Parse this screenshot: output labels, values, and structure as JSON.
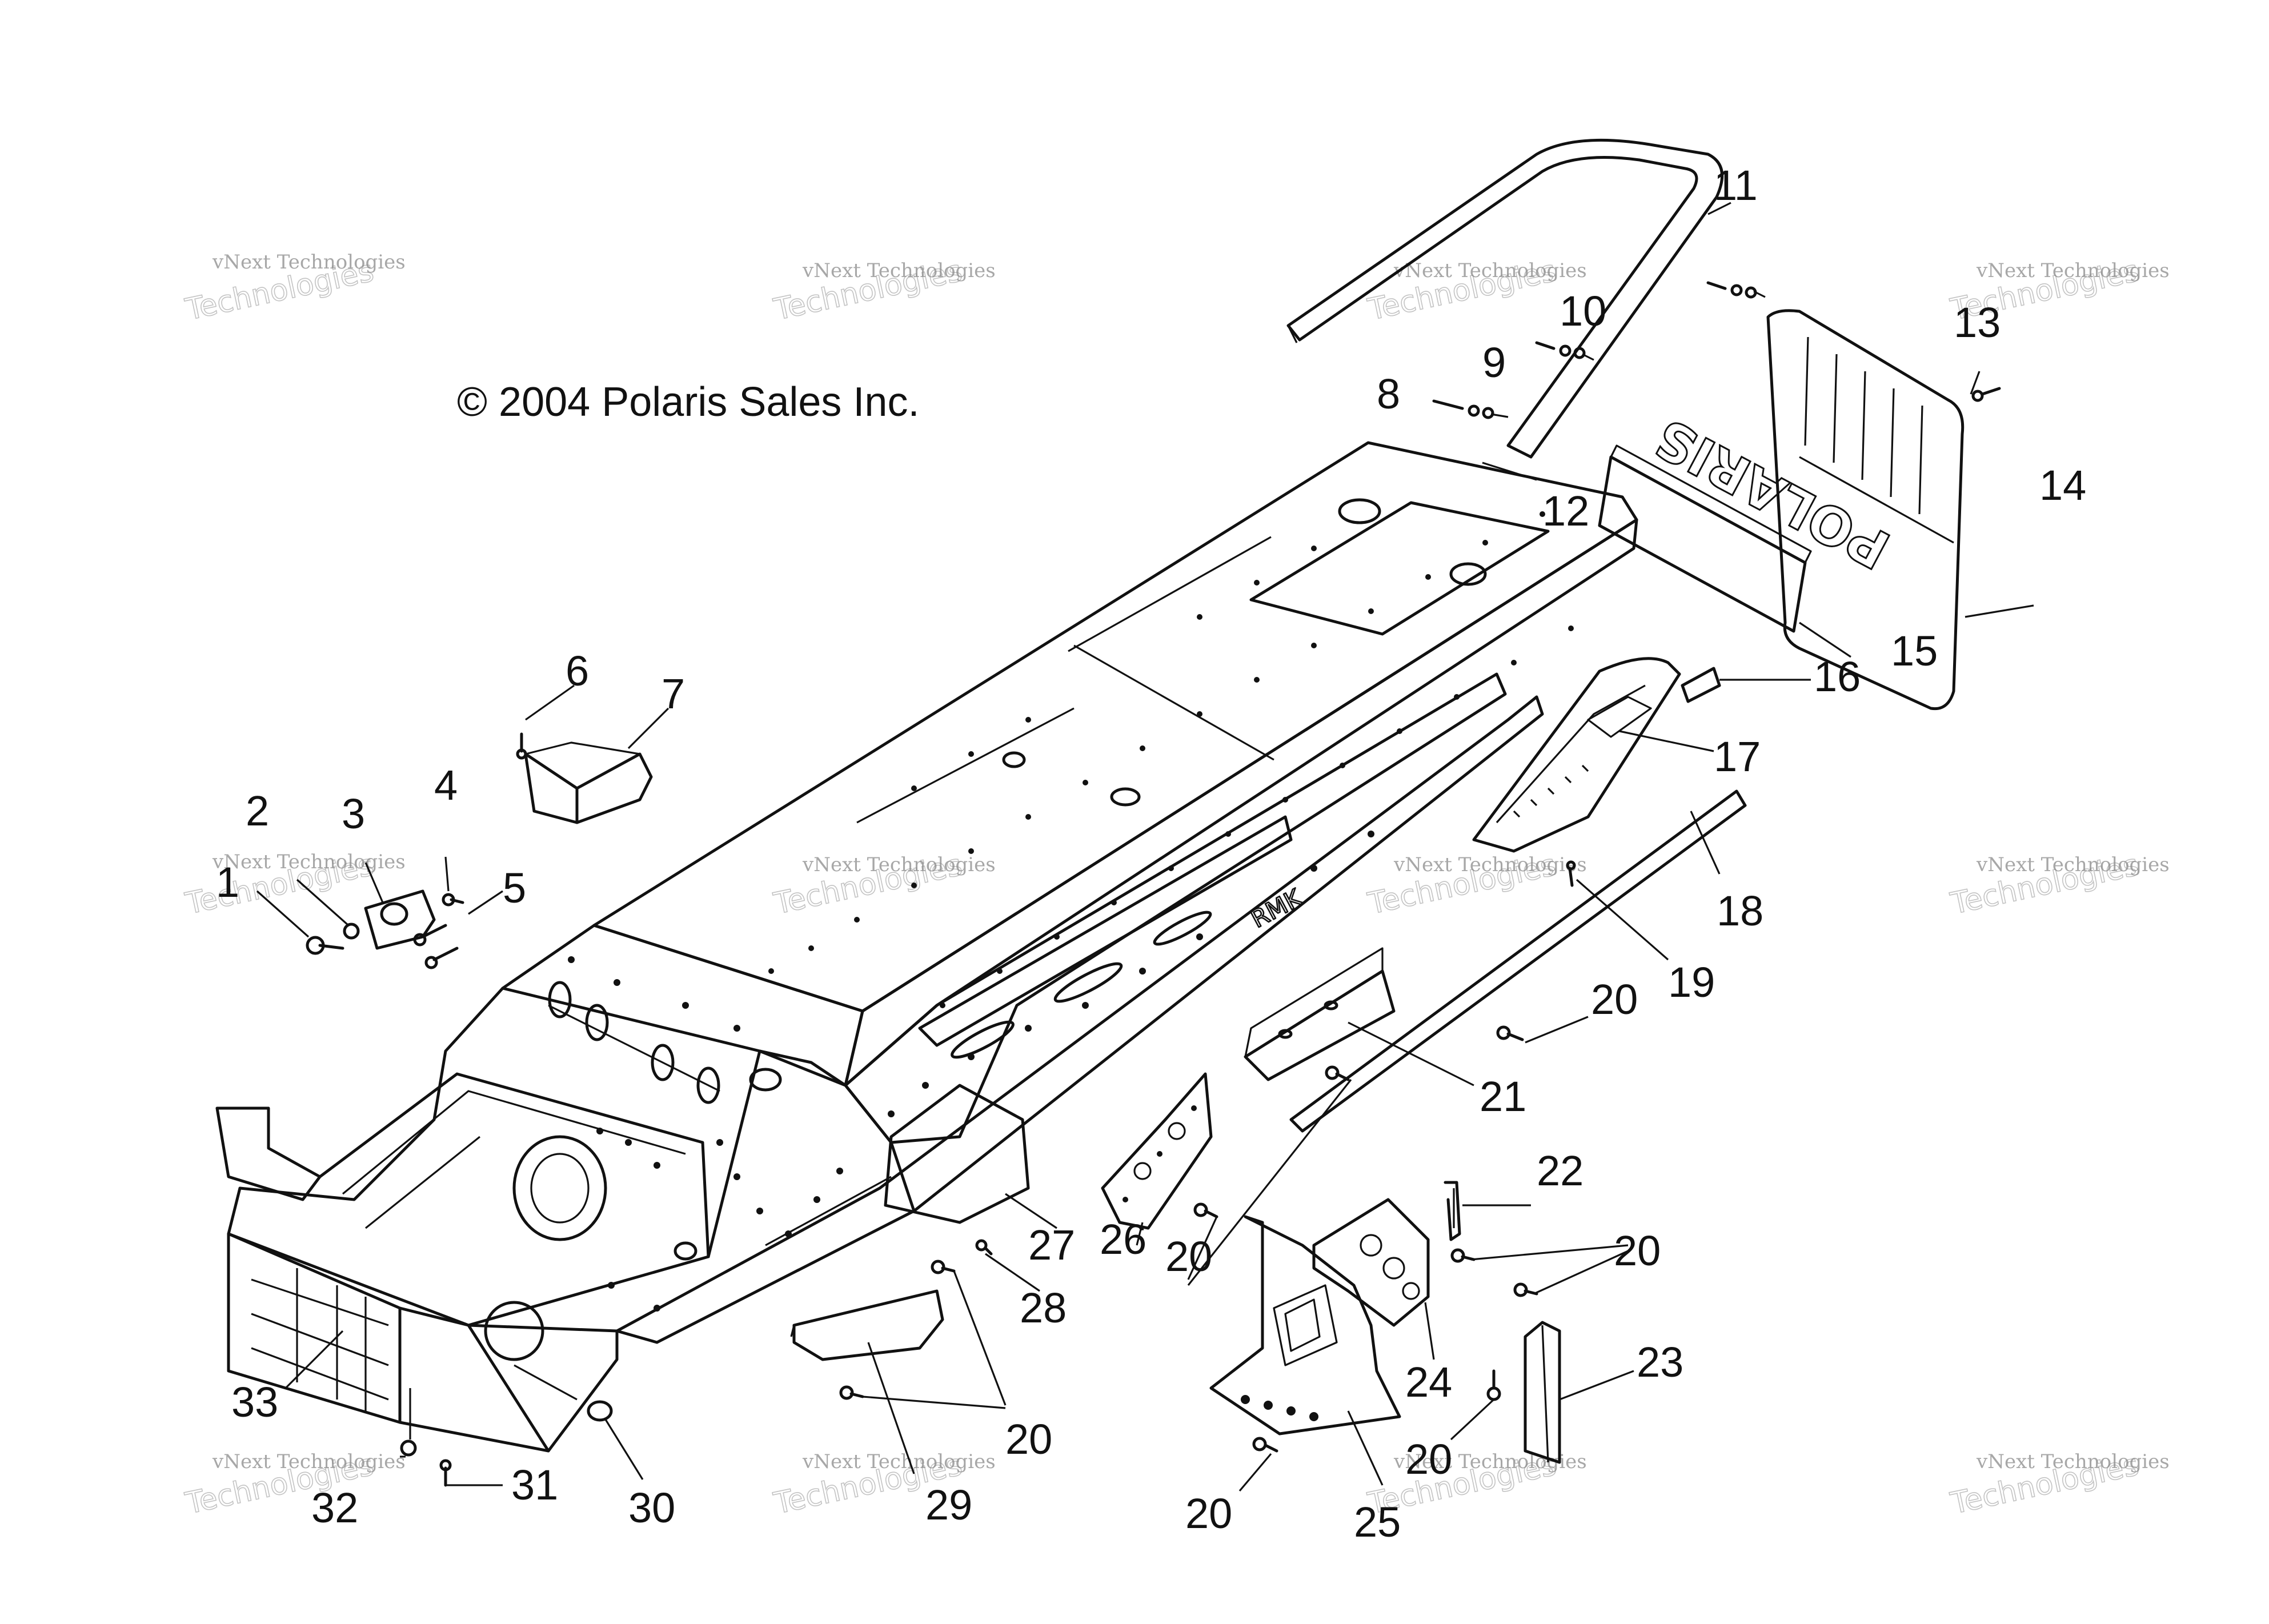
{
  "copyright": "© 2004 Polaris Sales Inc.",
  "watermark": {
    "line1": "vNext Technologies",
    "line2": "Technologies",
    "small": "vNext"
  },
  "callouts": {
    "c1": "1",
    "c2": "2",
    "c3": "3",
    "c4": "4",
    "c5": "5",
    "c6": "6",
    "c7": "7",
    "c8": "8",
    "c9": "9",
    "c10": "10",
    "c11": "11",
    "c12": "12",
    "c13": "13",
    "c14": "14",
    "c15": "15",
    "c16": "16",
    "c17": "17",
    "c18": "18",
    "c19": "19",
    "c20a": "20",
    "c20b": "20",
    "c20c": "20",
    "c20d": "20",
    "c20e": "20",
    "c20f": "20",
    "c21": "21",
    "c22": "22",
    "c23": "23",
    "c24": "24",
    "c25": "25",
    "c26": "26",
    "c27": "27",
    "c28": "28",
    "c29": "29",
    "c30": "30",
    "c31": "31",
    "c32": "32",
    "c33": "33"
  },
  "snow_flap_text": "POLARIS",
  "tunnel_decal_text": "RMK"
}
